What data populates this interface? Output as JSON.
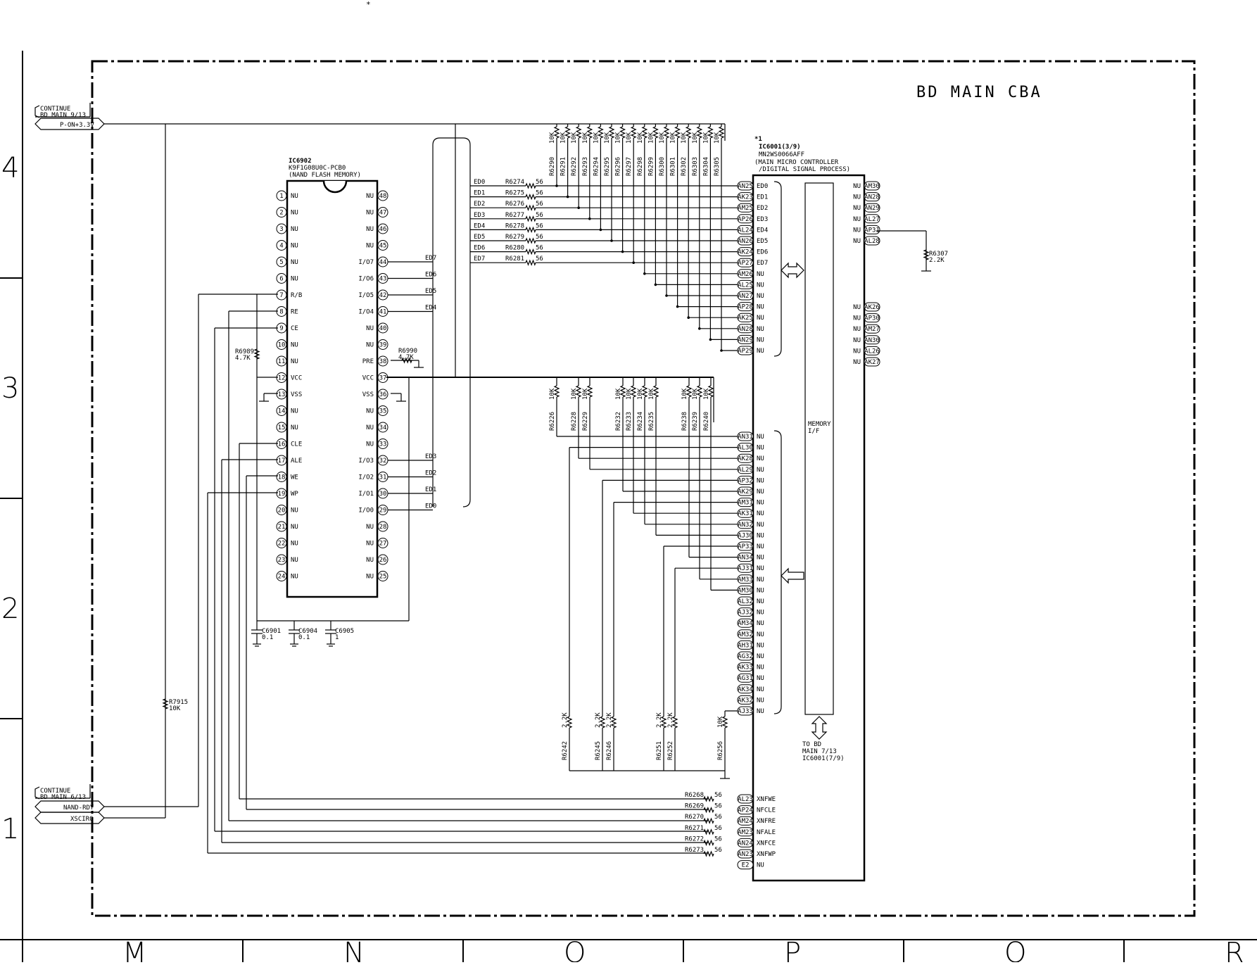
{
  "star": "*",
  "board_title": "BD MAIN CBA",
  "row_labels": [
    "4",
    "3",
    "2",
    "1"
  ],
  "col_labels": [
    "M",
    "N",
    "O",
    "P",
    "Q",
    "R"
  ],
  "connectors": {
    "top": {
      "line1": "CONTINUE",
      "line2": "BD MAIN 9/13",
      "net": "P-ON+3.3V"
    },
    "bottom": {
      "line1": "CONTINUE",
      "line2": "BD MAIN 6/13",
      "net1": "NAND-RDY",
      "net2": "XSCIRQ"
    }
  },
  "nand": {
    "ref": "IC6902",
    "part": "K9F1G08U0C-PCB0",
    "desc": "(NAND FLASH MEMORY)",
    "left_pins": [
      {
        "num": "1",
        "name": "NU"
      },
      {
        "num": "2",
        "name": "NU"
      },
      {
        "num": "3",
        "name": "NU"
      },
      {
        "num": "4",
        "name": "NU"
      },
      {
        "num": "5",
        "name": "NU"
      },
      {
        "num": "6",
        "name": "NU"
      },
      {
        "num": "7",
        "name": "R/B"
      },
      {
        "num": "8",
        "name": "RE"
      },
      {
        "num": "9",
        "name": "CE"
      },
      {
        "num": "10",
        "name": "NU"
      },
      {
        "num": "11",
        "name": "NU"
      },
      {
        "num": "12",
        "name": "VCC"
      },
      {
        "num": "13",
        "name": "VSS"
      },
      {
        "num": "14",
        "name": "NU"
      },
      {
        "num": "15",
        "name": "NU"
      },
      {
        "num": "16",
        "name": "CLE"
      },
      {
        "num": "17",
        "name": "ALE"
      },
      {
        "num": "18",
        "name": "WE"
      },
      {
        "num": "19",
        "name": "WP"
      },
      {
        "num": "20",
        "name": "NU"
      },
      {
        "num": "21",
        "name": "NU"
      },
      {
        "num": "22",
        "name": "NU"
      },
      {
        "num": "23",
        "name": "NU"
      },
      {
        "num": "24",
        "name": "NU"
      }
    ],
    "right_pins": [
      {
        "num": "48",
        "name": "NU"
      },
      {
        "num": "47",
        "name": "NU"
      },
      {
        "num": "46",
        "name": "NU"
      },
      {
        "num": "45",
        "name": "NU"
      },
      {
        "num": "44",
        "name": "I/O7"
      },
      {
        "num": "43",
        "name": "I/O6"
      },
      {
        "num": "42",
        "name": "I/O5"
      },
      {
        "num": "41",
        "name": "I/O4"
      },
      {
        "num": "40",
        "name": "NU"
      },
      {
        "num": "39",
        "name": "NU"
      },
      {
        "num": "38",
        "name": "PRE"
      },
      {
        "num": "37",
        "name": "VCC"
      },
      {
        "num": "36",
        "name": "VSS"
      },
      {
        "num": "35",
        "name": "NU"
      },
      {
        "num": "34",
        "name": "NU"
      },
      {
        "num": "33",
        "name": "NU"
      },
      {
        "num": "32",
        "name": "I/O3"
      },
      {
        "num": "31",
        "name": "I/O2"
      },
      {
        "num": "30",
        "name": "I/O1"
      },
      {
        "num": "29",
        "name": "I/O0"
      },
      {
        "num": "28",
        "name": "NU"
      },
      {
        "num": "27",
        "name": "NU"
      },
      {
        "num": "26",
        "name": "NU"
      },
      {
        "num": "25",
        "name": "NU"
      }
    ],
    "io_nets_top": [
      "ED7",
      "ED6",
      "ED5",
      "ED4"
    ],
    "io_nets_bottom": [
      "ED3",
      "ED2",
      "ED1",
      "ED0"
    ]
  },
  "mcu": {
    "note": "*1",
    "ref": "IC6001(3/9)",
    "part": "MN2WS0066AFF",
    "desc1": "(MAIN MICRO CONTROLLER",
    "desc2": "/DIGITAL SIGNAL PROCESS)",
    "mem_label1": "MEMORY",
    "mem_label2": "I/F",
    "to_label1": "TO BD",
    "to_label2": "MAIN 7/13",
    "to_label3": "IC6001(7/9)",
    "left_pins_top": [
      {
        "num": "AN25",
        "name": "ED0"
      },
      {
        "num": "AK23",
        "name": "ED1"
      },
      {
        "num": "AM25",
        "name": "ED2"
      },
      {
        "num": "AP26",
        "name": "ED3"
      },
      {
        "num": "AL24",
        "name": "ED4"
      },
      {
        "num": "AN26",
        "name": "ED5"
      },
      {
        "num": "AK24",
        "name": "ED6"
      },
      {
        "num": "AP27",
        "name": "ED7"
      },
      {
        "num": "AM26",
        "name": "NU"
      },
      {
        "num": "AL25",
        "name": "NU"
      },
      {
        "num": "AN27",
        "name": "NU"
      },
      {
        "num": "AP28",
        "name": "NU"
      },
      {
        "num": "AK25",
        "name": "NU"
      },
      {
        "num": "AN28",
        "name": "NU"
      },
      {
        "num": "AN29",
        "name": "NU"
      },
      {
        "num": "AP29",
        "name": "NU"
      }
    ],
    "left_pins_mid": [
      {
        "num": "AN31",
        "name": "NU"
      },
      {
        "num": "AL30",
        "name": "NU"
      },
      {
        "num": "AK28",
        "name": "NU"
      },
      {
        "num": "AL29",
        "name": "NU"
      },
      {
        "num": "AP32",
        "name": "NU"
      },
      {
        "num": "AK29",
        "name": "NU"
      },
      {
        "num": "AM31",
        "name": "NU"
      },
      {
        "num": "AK31",
        "name": "NU"
      },
      {
        "num": "AN32",
        "name": "NU"
      },
      {
        "num": "AJ30",
        "name": "NU"
      },
      {
        "num": "AP33",
        "name": "NU"
      },
      {
        "num": "AN34",
        "name": "NU"
      },
      {
        "num": "AJ31",
        "name": "NU"
      },
      {
        "num": "AM33",
        "name": "NU"
      },
      {
        "num": "AM30",
        "name": "NU"
      },
      {
        "num": "AL32",
        "name": "NU"
      },
      {
        "num": "AJ32",
        "name": "NU"
      },
      {
        "num": "AM34",
        "name": "NU"
      },
      {
        "num": "AM32",
        "name": "NU"
      },
      {
        "num": "AH31",
        "name": "NU"
      },
      {
        "num": "AG32",
        "name": "NU"
      },
      {
        "num": "AK33",
        "name": "NU"
      },
      {
        "num": "AG31",
        "name": "NU"
      },
      {
        "num": "AK34",
        "name": "NU"
      },
      {
        "num": "AK32",
        "name": "NU"
      },
      {
        "num": "AJ33",
        "name": "NU"
      }
    ],
    "left_pins_bottom": [
      {
        "num": "AL23",
        "name": "XNFWE"
      },
      {
        "num": "AP24",
        "name": "NFCLE"
      },
      {
        "num": "AM24",
        "name": "XNFRE"
      },
      {
        "num": "AM23",
        "name": "NFALE"
      },
      {
        "num": "AN24",
        "name": "XNFCE"
      },
      {
        "num": "AN23",
        "name": "XNFWP"
      },
      {
        "num": "E2",
        "name": "NU"
      }
    ],
    "right_pins_top": [
      {
        "num": "AM30",
        "name": "NU"
      },
      {
        "num": "AN28",
        "name": "NU"
      },
      {
        "num": "AN29",
        "name": "NU"
      },
      {
        "num": "AL27",
        "name": "NU"
      },
      {
        "num": "AP31",
        "name": "NU"
      },
      {
        "num": "AL28",
        "name": "NU"
      }
    ],
    "right_pins_mid": [
      {
        "num": "AK26",
        "name": "NU"
      },
      {
        "num": "AP30",
        "name": "NU"
      },
      {
        "num": "AM27",
        "name": "NU"
      },
      {
        "num": "AN30",
        "name": "NU"
      },
      {
        "num": "AL26",
        "name": "NU"
      },
      {
        "num": "AK27",
        "name": "NU"
      }
    ]
  },
  "series_resistors_ed": [
    {
      "ref": "R6274",
      "val": "56",
      "net": "ED0"
    },
    {
      "ref": "R6275",
      "val": "56",
      "net": "ED1"
    },
    {
      "ref": "R6276",
      "val": "56",
      "net": "ED2"
    },
    {
      "ref": "R6277",
      "val": "56",
      "net": "ED3"
    },
    {
      "ref": "R6278",
      "val": "56",
      "net": "ED4"
    },
    {
      "ref": "R6279",
      "val": "56",
      "net": "ED5"
    },
    {
      "ref": "R6280",
      "val": "56",
      "net": "ED6"
    },
    {
      "ref": "R6281",
      "val": "56",
      "net": "ED7"
    }
  ],
  "pullups_top": [
    {
      "ref": "R6290",
      "val": "10K"
    },
    {
      "ref": "R6291",
      "val": "10K"
    },
    {
      "ref": "R6292",
      "val": "10K"
    },
    {
      "ref": "R6293",
      "val": "10K"
    },
    {
      "ref": "R6294",
      "val": "10K"
    },
    {
      "ref": "R6295",
      "val": "10K"
    },
    {
      "ref": "R6296",
      "val": "10K"
    },
    {
      "ref": "R6297",
      "val": "10K"
    },
    {
      "ref": "R6298",
      "val": "10K"
    },
    {
      "ref": "R6299",
      "val": "10K"
    },
    {
      "ref": "R6300",
      "val": "10K"
    },
    {
      "ref": "R6301",
      "val": "10K"
    },
    {
      "ref": "R6302",
      "val": "10K"
    },
    {
      "ref": "R6303",
      "val": "10K"
    },
    {
      "ref": "R6304",
      "val": "10K"
    },
    {
      "ref": "R6305",
      "val": "10K"
    }
  ],
  "pullups_mid": [
    {
      "ref": "R6226",
      "val": "10K"
    },
    {
      "ref": "R6228",
      "val": "10K"
    },
    {
      "ref": "R6229",
      "val": "10K"
    },
    {
      "ref": "R6232",
      "val": "10K"
    },
    {
      "ref": "R6233",
      "val": "10K"
    },
    {
      "ref": "R6234",
      "val": "10K"
    },
    {
      "ref": "R6235",
      "val": "10K"
    },
    {
      "ref": "R6238",
      "val": "10K"
    },
    {
      "ref": "R6239",
      "val": "10K"
    },
    {
      "ref": "R6240",
      "val": "10K"
    }
  ],
  "pulldowns": [
    {
      "ref": "R6242",
      "val": "2.2K"
    },
    {
      "ref": "R6245",
      "val": "2.2K"
    },
    {
      "ref": "R6246",
      "val": "2.2K"
    },
    {
      "ref": "R6251",
      "val": "2.2K"
    },
    {
      "ref": "R6252",
      "val": "2.2K"
    },
    {
      "ref": "R6256",
      "val": "10K"
    }
  ],
  "series_resistors_ctrl": [
    {
      "ref": "R6268",
      "val": "56"
    },
    {
      "ref": "R6269",
      "val": "56"
    },
    {
      "ref": "R6270",
      "val": "56"
    },
    {
      "ref": "R6271",
      "val": "56"
    },
    {
      "ref": "R6272",
      "val": "56"
    },
    {
      "ref": "R6273",
      "val": "56"
    }
  ],
  "misc": {
    "r6307": {
      "ref": "R6307",
      "val": "2.2K"
    },
    "r6989": {
      "ref": "R6989",
      "val": "4.7K"
    },
    "r6990": {
      "ref": "R6990",
      "val": "4.7K"
    },
    "r7915": {
      "ref": "R7915",
      "val": "10K"
    },
    "c6901": {
      "ref": "C6901",
      "val": "0.1"
    },
    "c6904": {
      "ref": "C6904",
      "val": "0.1"
    },
    "c6905": {
      "ref": "C6905",
      "val": "1"
    }
  }
}
